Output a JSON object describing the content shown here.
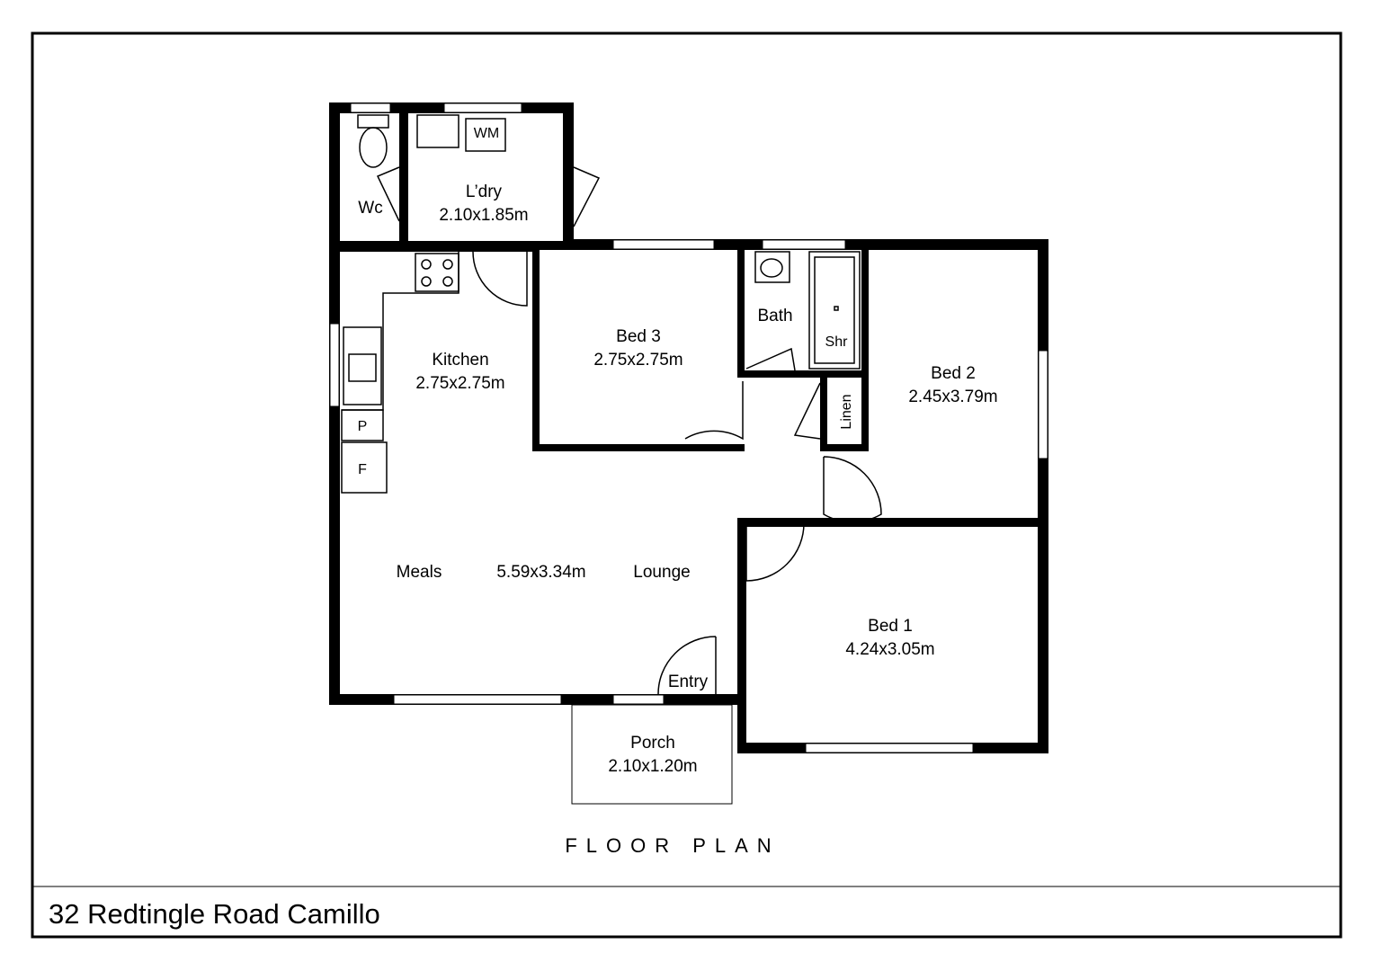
{
  "plan_title": "FLOOR PLAN",
  "address": "32 Redtingle Road Camillo",
  "rooms": {
    "wc": {
      "name": "Wc"
    },
    "laundry": {
      "name": "L’dry",
      "size": "2.10x1.85m"
    },
    "kitchen": {
      "name": "Kitchen",
      "size": "2.75x2.75m"
    },
    "bed3": {
      "name": "Bed 3",
      "size": "2.75x2.75m"
    },
    "bath": {
      "name": "Bath"
    },
    "shower": {
      "name": "Shr"
    },
    "linen": {
      "name": "Linen"
    },
    "bed2": {
      "name": "Bed 2",
      "size": "2.45x3.79m"
    },
    "meals": {
      "name": "Meals"
    },
    "living": {
      "size": "5.59x3.34m"
    },
    "lounge": {
      "name": "Lounge"
    },
    "entry": {
      "name": "Entry"
    },
    "bed1": {
      "name": "Bed 1",
      "size": "4.24x3.05m"
    },
    "porch": {
      "name": "Porch",
      "size": "2.10x1.20m"
    }
  },
  "fixtures": {
    "washing_machine": "WM",
    "pantry": "P",
    "fridge": "F"
  }
}
